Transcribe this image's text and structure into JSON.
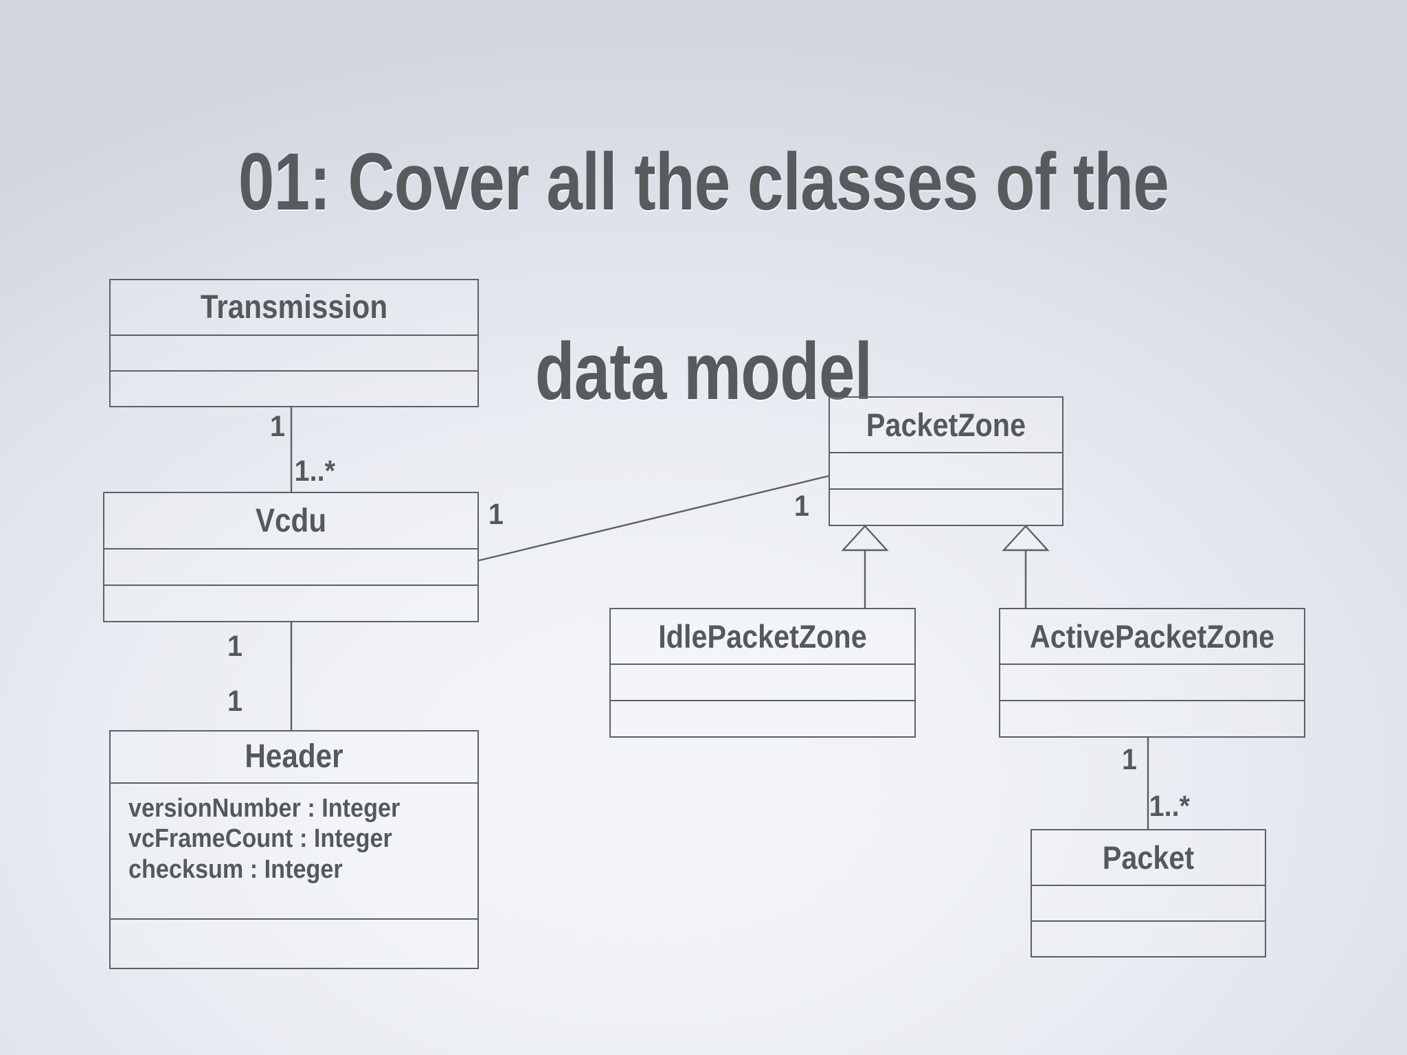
{
  "slide": {
    "title_line1": "01: Cover all the classes of the",
    "title_line2": "data model",
    "title_color": "#565b5e",
    "background_center": "#f3f5f8",
    "background_edge": "#d0d5df",
    "line_color": "#5b6066"
  },
  "classes": {
    "transmission": {
      "name": "Transmission"
    },
    "vcdu": {
      "name": "Vcdu"
    },
    "header": {
      "name": "Header",
      "attributes": [
        "versionNumber : Integer",
        "vcFrameCount : Integer",
        "checksum : Integer"
      ]
    },
    "packetzone": {
      "name": "PacketZone"
    },
    "idlepacketzone": {
      "name": "IdlePacketZone"
    },
    "activepacketzone": {
      "name": "ActivePacketZone"
    },
    "packet": {
      "name": "Packet"
    }
  },
  "multiplicities": {
    "transmission_end": "1",
    "vcdu_end_from_transmission": "1..*",
    "vcdu_end_to_header": "1",
    "header_end": "1",
    "vcdu_end_to_packetzone": "1",
    "packetzone_end_to_vcdu": "1",
    "activepacketzone_end": "1",
    "packet_end": "1..*"
  },
  "relationships": [
    {
      "from": "Transmission",
      "to": "PacketZone",
      "type": "none"
    },
    {
      "from": "Transmission",
      "to": "Vcdu",
      "type": "association",
      "source_mult": "1",
      "target_mult": "1..*"
    },
    {
      "from": "Vcdu",
      "to": "Header",
      "type": "association",
      "source_mult": "1",
      "target_mult": "1"
    },
    {
      "from": "Vcdu",
      "to": "PacketZone",
      "type": "association",
      "source_mult": "1",
      "target_mult": "1"
    },
    {
      "from": "IdlePacketZone",
      "to": "PacketZone",
      "type": "generalization"
    },
    {
      "from": "ActivePacketZone",
      "to": "PacketZone",
      "type": "generalization"
    },
    {
      "from": "ActivePacketZone",
      "to": "Packet",
      "type": "association",
      "source_mult": "1",
      "target_mult": "1..*"
    }
  ]
}
